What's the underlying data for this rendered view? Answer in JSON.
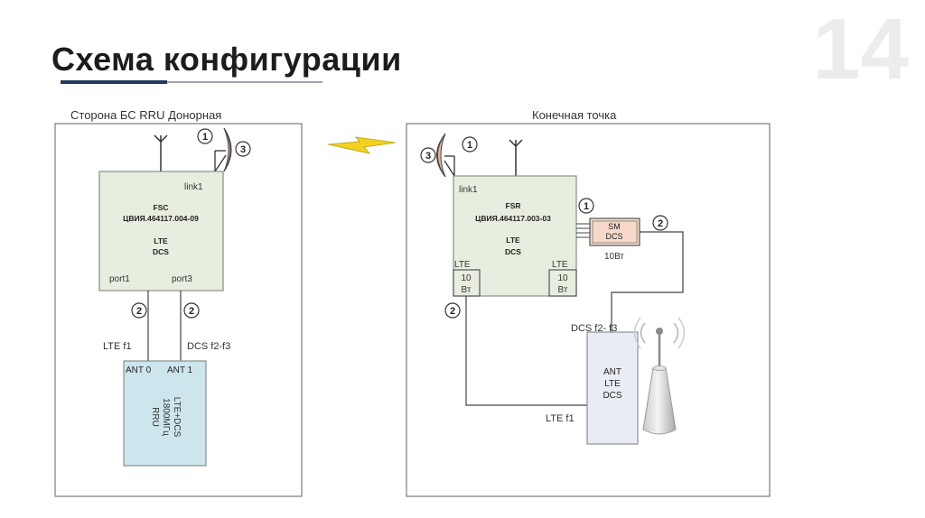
{
  "slide": {
    "title": "Схема конфигурации",
    "page_number": "14"
  },
  "left_panel": {
    "caption": "Сторона БС RRU Донорная",
    "fsc": {
      "link": "link1",
      "name": "FSC",
      "code": "ЦВИЯ.464117.004-09",
      "lte": "LTE",
      "dcs": "DCS",
      "port1": "port1",
      "port3": "port3"
    },
    "markers": {
      "m1": "1",
      "m2a": "2",
      "m2b": "2",
      "m3": "3"
    },
    "line_labels": {
      "lte": "LTE f1",
      "dcs": "DCS  f2-f3"
    },
    "rru": {
      "ant0": "ANT 0",
      "ant1": "ANT 1",
      "line1": "RRU",
      "line2": "1800МГц",
      "line3": "LTE+DCS"
    }
  },
  "right_panel": {
    "caption": "Конечная точка",
    "fsr": {
      "link": "link1",
      "name": "FSR",
      "code": "ЦВИЯ.464117.003-03",
      "lte": "LTE",
      "dcs": "DCS"
    },
    "amp_left": {
      "label": "LTE",
      "power_line1": "10",
      "power_line2": "Вт"
    },
    "amp_right": {
      "label": "LTE",
      "power_line1": "10",
      "power_line2": "Вт"
    },
    "sm": {
      "line1": "SM",
      "line2": "DCS",
      "power": "10Вт"
    },
    "markers": {
      "m1a": "1",
      "m1b": "1",
      "m2a": "2",
      "m2b": "2",
      "m3": "3"
    },
    "line_labels": {
      "dcs": "DCS f2- f3",
      "lte": "LTE f1"
    },
    "ant": {
      "line1": "ANT",
      "line2": "LTE",
      "line3": "DCS"
    }
  },
  "colors": {
    "box_fill": "#e8eedf",
    "rru_fill": "#cde6ee",
    "sm_fill": "#f6d9c8",
    "dish_fill": "#e9b79a",
    "bolt": "#f2d21e",
    "title_accent": "#23395d"
  }
}
